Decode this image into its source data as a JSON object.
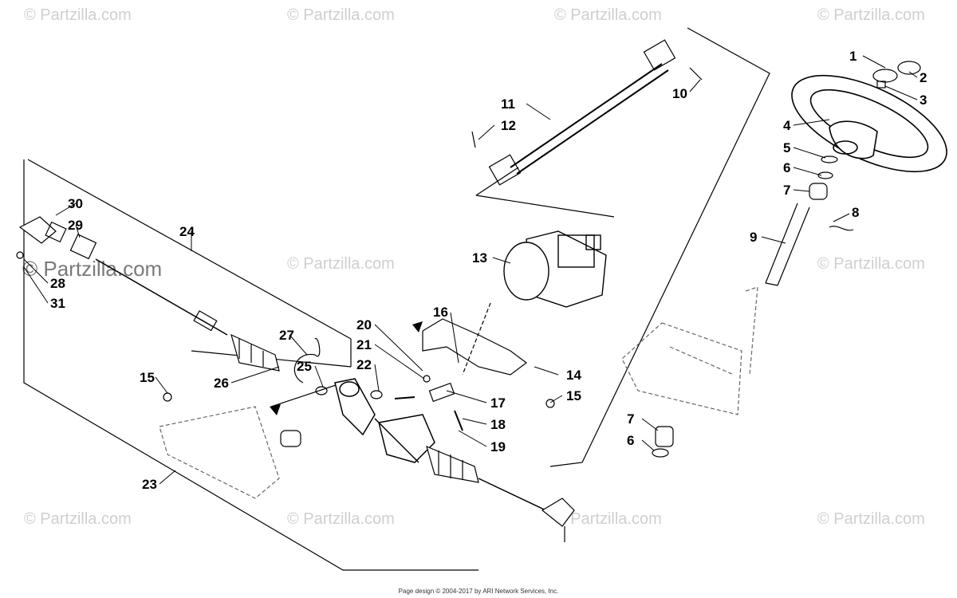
{
  "watermark_text": "© Partzilla.com",
  "footer_text": "Page design © 2004-2017 by ARI Network Services, Inc.",
  "callouts": [
    "1",
    "2",
    "3",
    "4",
    "5",
    "6",
    "7",
    "8",
    "9",
    "10",
    "11",
    "12",
    "13",
    "14",
    "15",
    "16",
    "17",
    "18",
    "19",
    "20",
    "21",
    "22",
    "23",
    "24",
    "25",
    "26",
    "27",
    "28",
    "29",
    "30",
    "31"
  ],
  "callout_extra": {
    "six_b": "6",
    "seven_b": "7",
    "fifteen_b": "15"
  },
  "colors": {
    "line": "#000000",
    "watermark": "#cfcfcf",
    "ghost": "#666666"
  }
}
